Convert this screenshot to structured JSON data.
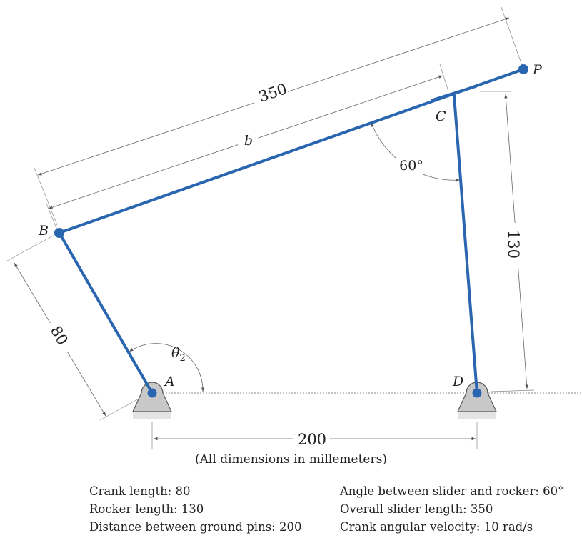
{
  "labels": {
    "A": "A",
    "B": "B",
    "C": "C",
    "D": "D",
    "P": "P",
    "b": "b",
    "theta": "θ",
    "theta_sub": "2"
  },
  "dimensions": {
    "slider_overall": "350",
    "crank": "80",
    "rocker": "130",
    "ground": "200",
    "angle": "60°"
  },
  "caption": "(All dimensions in millemeters)",
  "specs_left": [
    "Crank length: 80",
    "Rocker length: 130",
    "Distance between ground pins: 200"
  ],
  "specs_right": [
    "Angle between slider and rocker: 60°",
    "Overall slider length: 350",
    "Crank angular velocity: 10 rad/s"
  ],
  "colors": {
    "link": "#2a66b0",
    "ground_support": "#c8c8c8"
  }
}
